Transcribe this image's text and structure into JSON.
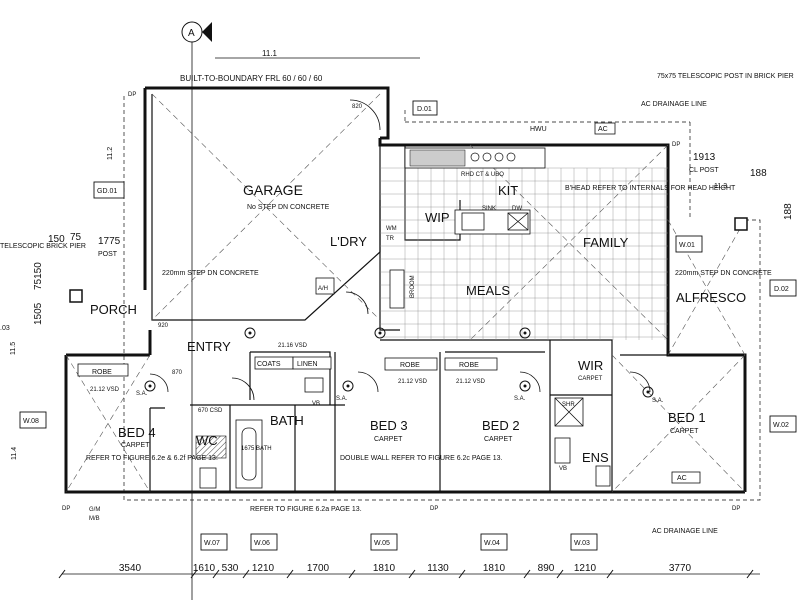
{
  "grid_bubble": "A",
  "ref_top": "11.1",
  "boundary_note": "BUILT-TO-BOUNDARY FRL 60 / 60 / 60",
  "post_note": "75x75 TELESCOPIC POST IN BRICK PIER",
  "ac_drainage_top": "AC DRAINAGE LINE",
  "rooms": {
    "garage": "GARAGE",
    "garage_sub": "No STEP DN CONCRETE",
    "laundry": "L'DRY",
    "kit": "KIT",
    "wip": "WIP",
    "family": "FAMILY",
    "meals": "MEALS",
    "alfresco": "ALFRESCO",
    "alfresco_sub": "220mm STEP DN CONCRETE",
    "porch": "PORCH",
    "porch_sub": "220mm STEP DN CONCRETE",
    "entry": "ENTRY",
    "bath": "BATH",
    "wc": "WC",
    "bed4": "BED 4",
    "bed3": "BED 3",
    "bed2": "BED 2",
    "bed1": "BED 1",
    "wir": "WIR",
    "ens": "ENS",
    "carpet": "CARPET",
    "broom": "BROOM",
    "coats": "COATS",
    "linen": "LINEN",
    "robe": "ROBE"
  },
  "notes": {
    "bhead_refer": "B'HEAD REFER TO INTERNALS FOR HEAD HEIGHT",
    "double_wall": "DOUBLE WALL REFER TO FIGURE 6.2c PAGE 13.",
    "refer_bed4": "REFER TO FIGURE 6.2e & 6.2f PAGE 13.",
    "refer_bottom": "REFER TO FIGURE 6.2a PAGE 13.",
    "ac_drainage_bottom": "AC DRAINAGE LINE",
    "telescopic_left": "TELESCOPIC BRICK PIER",
    "rhd": "RHD CT & UBO",
    "sink": "SINK",
    "dw": "DW",
    "hwu": "HWU",
    "ac": "AC",
    "ah": "A/H",
    "wm": "WM",
    "tr": "TR",
    "vsd": "21.12 VSD",
    "vsd2": "21.16 VSD",
    "cl_post": "CL POST",
    "post": "POST",
    "sa": "S.A.",
    "dp": "DP",
    "gm": "G/M",
    "mb": "M/B",
    "shr": "SHR",
    "vb": "VB",
    "bath_size": "1675 BATH"
  },
  "tags": {
    "d01": "D.01",
    "d02": "D.02",
    "gd01": "GD.01",
    "w01": "W.01",
    "w02": "W.02",
    "w03": "W.03",
    "w04": "W.04",
    "w05": "W.05",
    "w06": "W.06",
    "w07": "W.07",
    "w08": "W.08"
  },
  "dims": {
    "d820": "820",
    "d1913": "1913",
    "d188": "188",
    "d1775": "1775",
    "d150": "150",
    "d75": "75",
    "d75150": "75150",
    "d1505": "1505",
    "d920": "920",
    "d870": "870",
    "d670": "670 CSD",
    "d11_2": "11.2",
    "d11_3": "11.3",
    "d11_4": "11.4",
    "d11_5": "11.5",
    "d03": ".03",
    "d188r": "188"
  },
  "bottom_dims": [
    "3540",
    "1610",
    "530",
    "1210",
    "1700",
    "1810",
    "1130",
    "1810",
    "890",
    "1210",
    "3770"
  ]
}
